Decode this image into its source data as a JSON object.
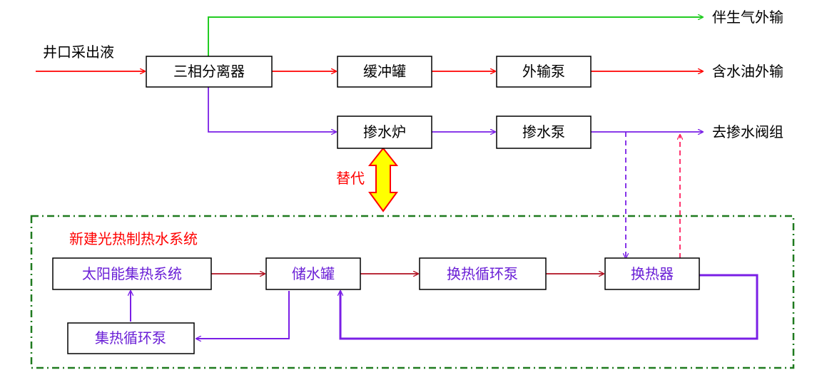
{
  "colors": {
    "green_line": "#22cc22",
    "red_line": "#ff0000",
    "dark_red_line": "#b01020",
    "purple_line": "#7a1fe6",
    "purple_text": "#6a1fd6",
    "frame_green": "#1f7a1f",
    "double_arrow_fill": "#ffff00",
    "double_arrow_stroke": "#ff0000"
  },
  "inputs": {
    "well_fluid": "井口采出液"
  },
  "boxes": {
    "separator": "三相分离器",
    "buffer_tank": "缓冲罐",
    "export_pump": "外输泵",
    "blending_furnace": "掺水炉",
    "blending_pump": "掺水泵",
    "solar_collector": "太阳能集热系统",
    "storage_tank": "储水罐",
    "exchange_pump": "换热循环泵",
    "heat_exchanger": "换热器",
    "collector_pump": "集热循环泵"
  },
  "outputs": {
    "associated_gas": "伴生气外输",
    "oil_water_export": "含水油外输",
    "to_valve_group": "去掺水阀组"
  },
  "replace_label": "替代",
  "system_title": "新建光热制热水系统"
}
